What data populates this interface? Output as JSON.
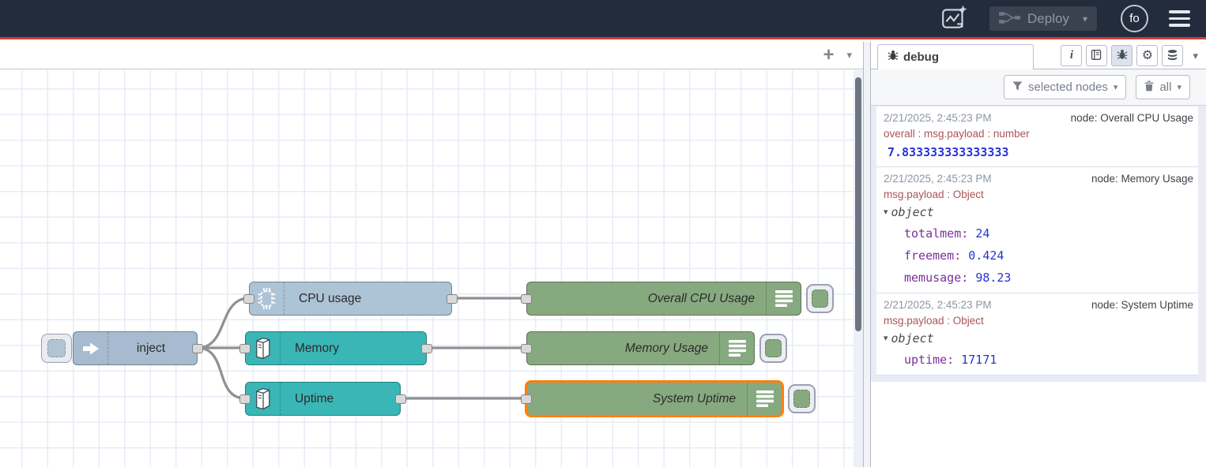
{
  "header": {
    "deploy_label": "Deploy",
    "avatar_label": "fo"
  },
  "icons": {
    "caret": "▾",
    "plus": "+",
    "gear": "⚙",
    "info": "i"
  },
  "canvas": {
    "nodes": {
      "inject": {
        "label": "inject",
        "color": "#a6bbcf"
      },
      "cpu": {
        "label": "CPU usage",
        "color": "#adc3d6"
      },
      "memory": {
        "label": "Memory",
        "color": "#3ab6b6"
      },
      "uptime": {
        "label": "Uptime",
        "color": "#3ab6b6"
      },
      "debug_cpu": {
        "label": "Overall CPU Usage",
        "color": "#87a980"
      },
      "debug_mem": {
        "label": "Memory Usage",
        "color": "#87a980"
      },
      "debug_uptime": {
        "label": "System Uptime",
        "color": "#87a980",
        "selected": true
      }
    },
    "selected_outline": "#ff7f0e",
    "wire_color": "#909090"
  },
  "sidebar": {
    "tab_label": "debug",
    "filter_label": "selected nodes",
    "clear_label": "all",
    "messages": [
      {
        "timestamp": "2/21/2025, 2:45:23 PM",
        "node": "node: Overall CPU Usage",
        "path": "overall : msg.payload : number",
        "value": "7.833333333333333"
      },
      {
        "timestamp": "2/21/2025, 2:45:23 PM",
        "node": "node: Memory Usage",
        "path": "msg.payload : Object",
        "object_label": "object",
        "entries": [
          {
            "key": "totalmem:",
            "value": "24"
          },
          {
            "key": "freemem:",
            "value": "0.424"
          },
          {
            "key": "memusage:",
            "value": "98.23"
          }
        ]
      },
      {
        "timestamp": "2/21/2025, 2:45:23 PM",
        "node": "node: System Uptime",
        "path": "msg.payload : Object",
        "object_label": "object",
        "entries": [
          {
            "key": "uptime:",
            "value": "17171"
          }
        ]
      }
    ]
  },
  "colors": {
    "header_bg": "#222c3c",
    "accent_red": "#d23b3b",
    "debug_value_blue": "#2833d4",
    "debug_key_purple": "#7b2f9d",
    "debug_path_red": "#aa5555"
  }
}
